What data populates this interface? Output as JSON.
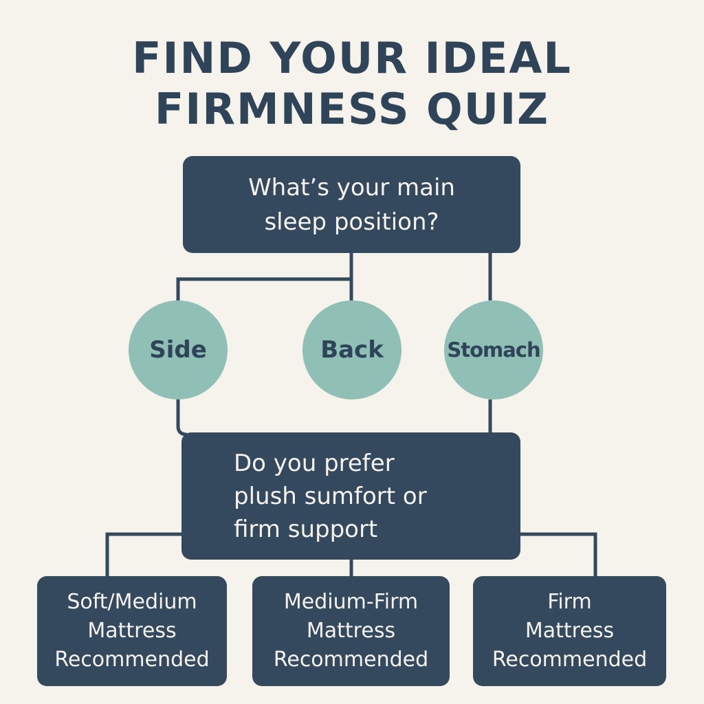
{
  "title": {
    "line1": "FIND YOUR IDEAL",
    "line2": "FIRMNESS QUIZ"
  },
  "question1": {
    "line1": "What’s your main",
    "line2": "sleep position?"
  },
  "positions": [
    {
      "label": "Side"
    },
    {
      "label": "Back"
    },
    {
      "label": "Stomach"
    }
  ],
  "question2": {
    "line1": "Do you prefer",
    "line2": "plush sumfort or",
    "line3": "firm support"
  },
  "results": [
    {
      "line1": "Soft/Medium",
      "line2": "Mattress",
      "line3": "Recommended"
    },
    {
      "line1": "Medium-Firm",
      "line2": "Mattress",
      "line3": "Recommended"
    },
    {
      "line1": "Firm",
      "line2": "Mattress",
      "line3": "Recommended"
    }
  ],
  "colors": {
    "background": "#f6f2ec",
    "box": "#34495e",
    "circle": "#8fbfb5",
    "text_dark": "#2f4458",
    "text_light": "#f6f2ec"
  }
}
